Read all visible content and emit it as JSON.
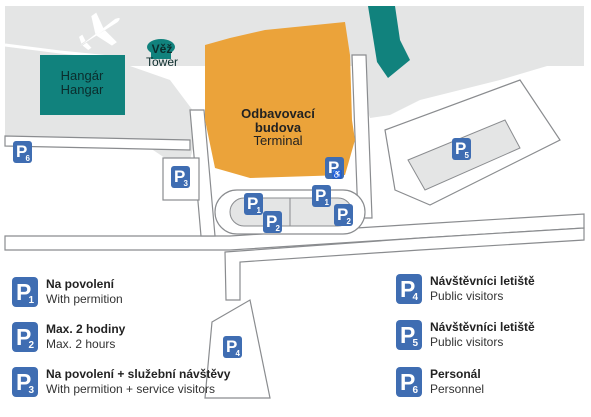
{
  "map": {
    "hangar": {
      "line1": "Hangár",
      "line2": "Hangar"
    },
    "tower": {
      "line1": "Věž",
      "line2": "Tower"
    },
    "terminal": {
      "line1": "Odbavovací",
      "line2": "budova",
      "line3": "Terminal"
    },
    "markers": {
      "p1": "1",
      "p2a": "2",
      "p2b": "2",
      "p3": "3",
      "p4": "4",
      "p5": "5",
      "p6": "6",
      "p1b": "1"
    },
    "parking_letter": "P"
  },
  "legend": [
    {
      "num": "1",
      "title": "Na povolení",
      "subtitle": "With permition"
    },
    {
      "num": "2",
      "title": "Max. 2 hodiny",
      "subtitle": "Max. 2 hours"
    },
    {
      "num": "3",
      "title": "Na povolení + služební návštěvy",
      "subtitle": "With permition + service visitors"
    },
    {
      "num": "4",
      "title": "Návštěvníci letiště",
      "subtitle": "Public visitors"
    },
    {
      "num": "5",
      "title": "Návštěvníci letiště",
      "subtitle": "Public visitors"
    },
    {
      "num": "6",
      "title": "Personál",
      "subtitle": "Personnel"
    }
  ],
  "colors": {
    "parking_blue": "#3f6db2",
    "terminal_orange": "#eba33a",
    "hangar_teal": "#11827d",
    "ground_grey": "#e4e5e5",
    "road_outline": "#8a8c8f"
  },
  "icons": {
    "plane": "airplane-icon",
    "accessible": "wheelchair-icon"
  }
}
